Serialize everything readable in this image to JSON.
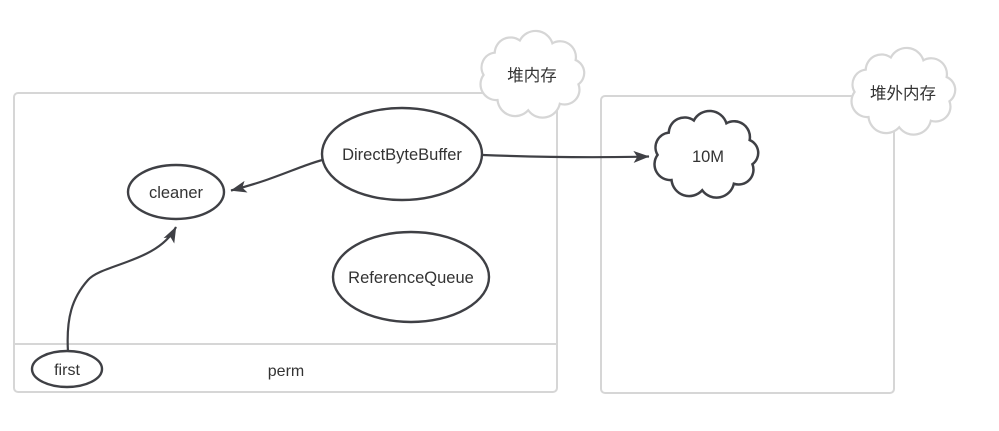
{
  "diagram": {
    "background": "#ffffff",
    "colors": {
      "box_border": "#d6d6d6",
      "shape_border": "#3f4045",
      "text": "#333333",
      "gray_cloud_border": "#d6d6d6"
    },
    "labels": {
      "heap_cloud": "堆内存",
      "offheap_cloud": "堆外内存",
      "perm": "perm",
      "direct_byte_buffer": "DirectByteBuffer",
      "cleaner": "cleaner",
      "reference_queue": "ReferenceQueue",
      "first": "first",
      "offheap_size": "10M"
    },
    "edges": [
      {
        "from": "DirectByteBuffer",
        "to": "cleaner"
      },
      {
        "from": "DirectByteBuffer",
        "to": "10M"
      },
      {
        "from": "first",
        "to": "cleaner"
      }
    ]
  }
}
